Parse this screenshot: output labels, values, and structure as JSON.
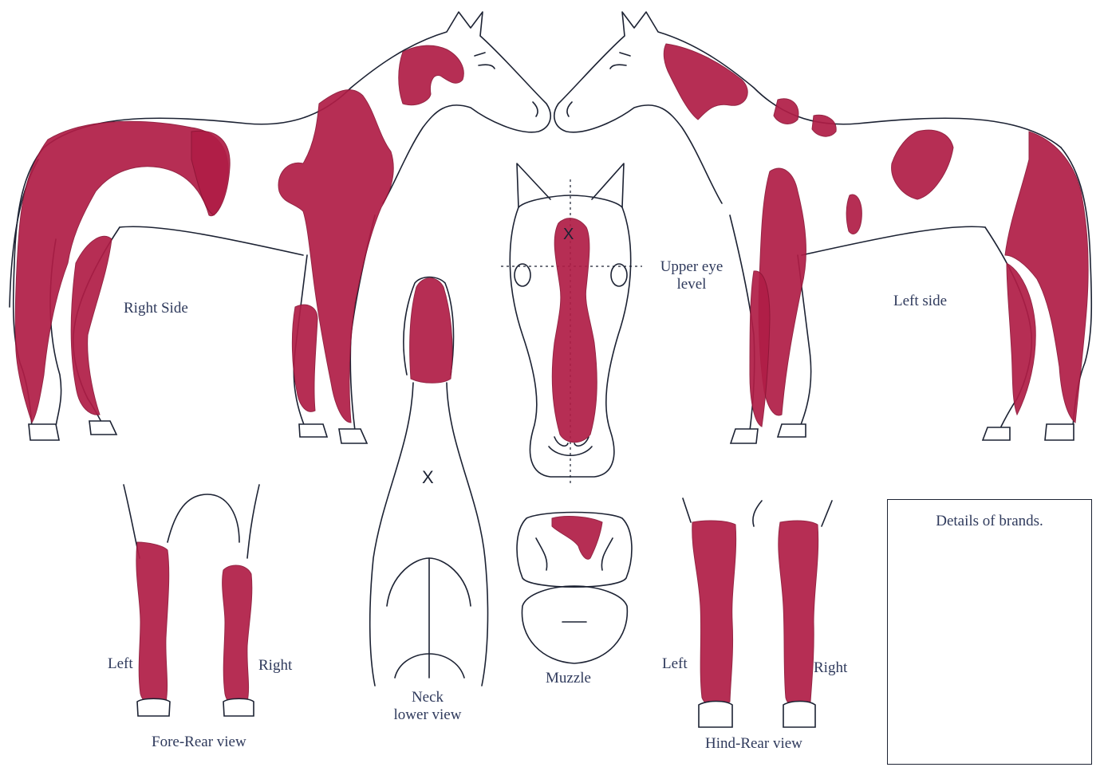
{
  "labels": {
    "right_side": "Right Side",
    "left_side": "Left side",
    "upper_eye_level": "Upper eye\nlevel",
    "upper_eye_line1": "Upper eye",
    "upper_eye_line2": "level",
    "neck_line1": "Neck",
    "neck_line2": "lower view",
    "muzzle": "Muzzle",
    "fore_left": "Left",
    "fore_right": "Right",
    "fore_rear_view": "Fore-Rear view",
    "hind_left": "Left",
    "hind_right": "Right",
    "hind_rear_view": "Hind-Rear view",
    "brands_title": "Details of brands."
  },
  "marks": {
    "whorl_symbol": "X"
  },
  "colors": {
    "marking_fill": "#b01d46",
    "outline": "#1c2233",
    "label_text": "#2f3a5c"
  }
}
